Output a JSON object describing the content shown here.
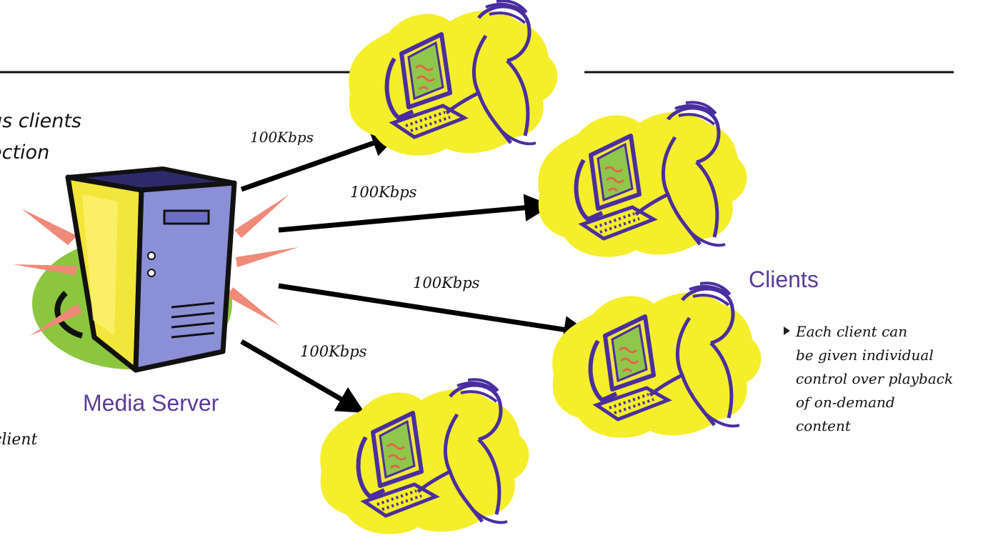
{
  "caption_left": "us clients\nection",
  "caption_client": "client",
  "links": [
    {
      "rate": "100Kbps"
    },
    {
      "rate": "100Kbps"
    },
    {
      "rate": "100Kbps"
    },
    {
      "rate": "100Kbps"
    }
  ],
  "server": {
    "label": "Media Server",
    "icon": "server-tower-icon"
  },
  "clients": {
    "label": "Clients",
    "icon": "user-at-computer-icon",
    "count": 4
  },
  "note": {
    "text": "Each client can\nbe given individual\ncontrol over playback\nof on-demand\ncontent"
  },
  "colors": {
    "label_purple": "#5b3c9a",
    "client_blob": "#f5ee2a",
    "client_outline": "#4a2ea0",
    "screen_green": "#8fc74a",
    "server_yellow": "#f2e63b",
    "server_blue": "#8b8fd6",
    "base_green": "#8cc63e",
    "burst_salmon": "#f08a78"
  }
}
